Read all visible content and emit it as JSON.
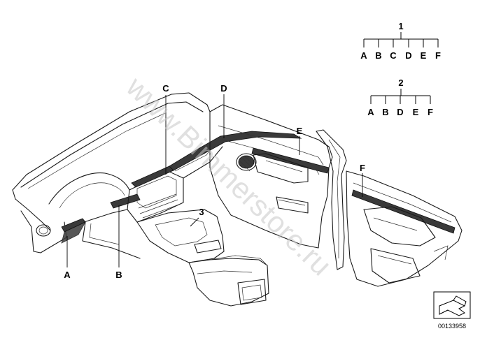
{
  "watermark": "www.Bimmerstore.ru",
  "variant_trees": [
    {
      "number": "1",
      "letters": [
        "A",
        "B",
        "C",
        "D",
        "E",
        "F"
      ]
    },
    {
      "number": "2",
      "letters": [
        "A",
        "B",
        "D",
        "E",
        "F"
      ]
    }
  ],
  "callouts": {
    "A": "A",
    "B": "B",
    "C": "C",
    "D": "D",
    "E": "E",
    "F": "F",
    "three": "3"
  },
  "image_id": "00133958",
  "icon": "arrow-view-icon"
}
